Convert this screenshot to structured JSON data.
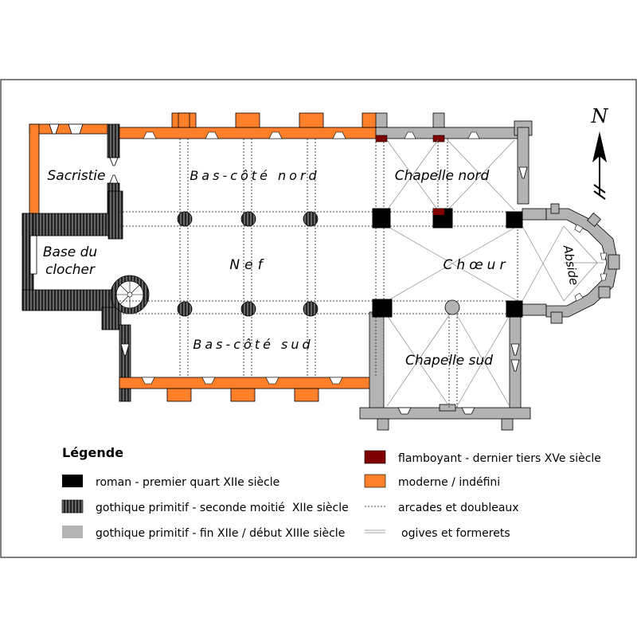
{
  "rooms": {
    "sacristie": "Sacristie",
    "base_clocher_1": "Base du",
    "base_clocher_2": "clocher",
    "bas_cote_nord": "Bas-côté nord",
    "nef": "Nef",
    "bas_cote_sud": "Bas-côté sud",
    "chapelle_nord": "Chapelle nord",
    "choeur": "Chœur",
    "chapelle_sud": "Chapelle sud",
    "abside": "Abside"
  },
  "north_label": "N",
  "legend": {
    "title": "Légende",
    "items": [
      {
        "label": "roman - premier quart XIIe siècle",
        "color": "#000000"
      },
      {
        "label": "gothique primitif - seconde moitié  XIIe siècle",
        "color": "#555555",
        "pattern": "hatched"
      },
      {
        "label": "gothique primitif - fin XIIe / début XIIIe siècle",
        "color": "#b3b3b3"
      },
      {
        "label": "flamboyant - dernier tiers XVe siècle",
        "color": "#800000"
      },
      {
        "label": "moderne / indéfini",
        "color": "#ff7f2a"
      },
      {
        "label": "arcades et doubleaux",
        "line": "dotted"
      },
      {
        "label": "ogives et formerets",
        "line": "double-thin"
      }
    ]
  },
  "colors": {
    "roman": "#000000",
    "gothique_xii": "#555555",
    "gothique_xiii": "#b3b3b3",
    "flamboyant": "#800000",
    "moderne": "#ff7f2a"
  }
}
